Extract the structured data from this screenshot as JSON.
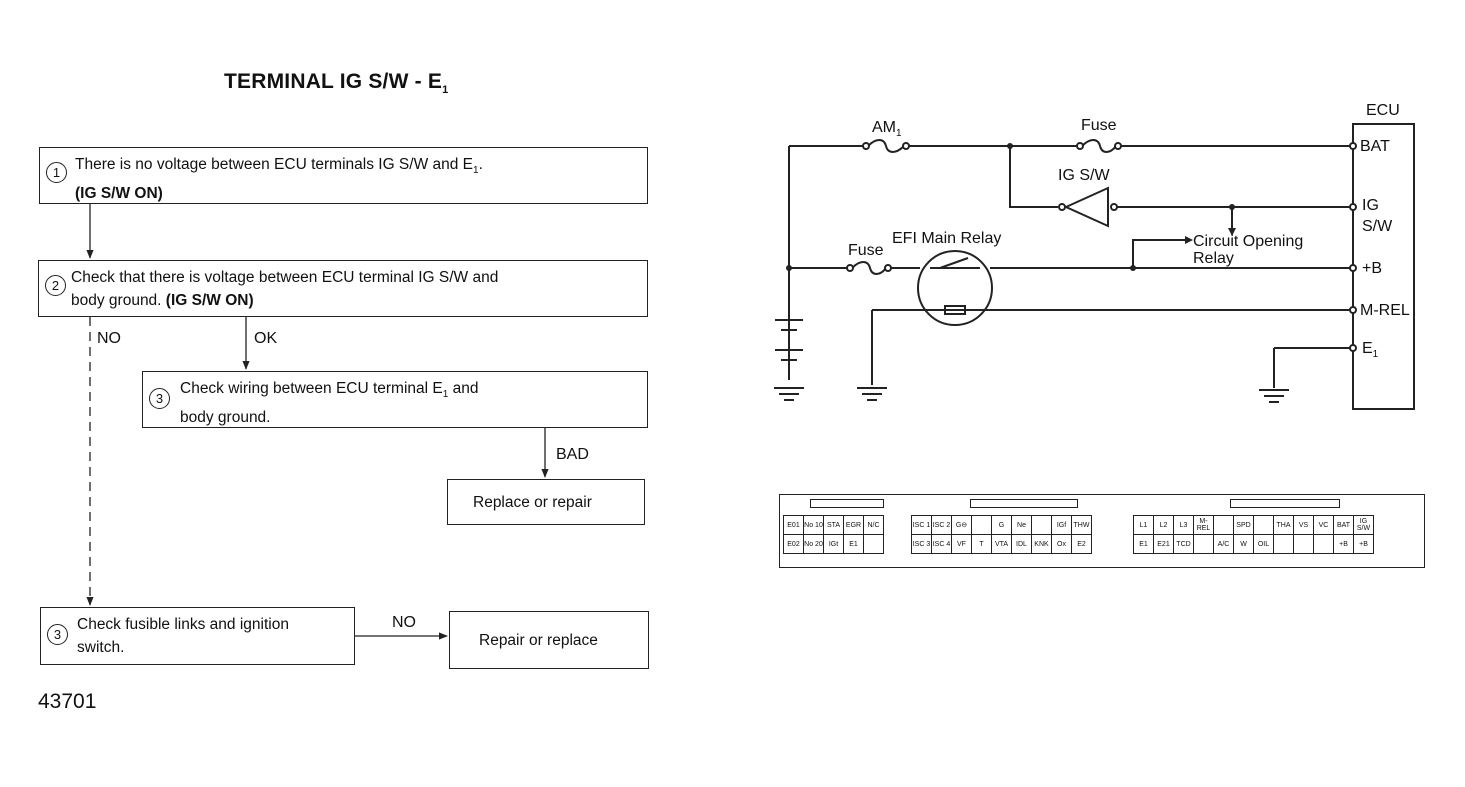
{
  "title": {
    "main": "TERMINAL IG S/W - E",
    "sub": "1"
  },
  "flow": {
    "step1": {
      "num": "1",
      "line1": "There is no voltage between ECU terminals IG S/W and E",
      "line1_sub": "1",
      "line1_end": ".",
      "line2": "(IG S/W ON)"
    },
    "step2": {
      "num": "2",
      "line1": "Check that there is voltage between ECU terminal IG S/W and",
      "line2_a": "body ground. ",
      "line2_b": "(IG S/W ON)"
    },
    "step3a": {
      "num": "3",
      "line1": "Check wiring between ECU terminal E",
      "line1_sub": "1",
      "line1_end": " and",
      "line2": "body ground."
    },
    "step3b": {
      "num": "3",
      "line1": "Check fusible links and ignition",
      "line2": "switch."
    },
    "replace_repair": "Replace or repair",
    "repair_replace": "Repair or replace",
    "labels": {
      "no1": "NO",
      "ok": "OK",
      "bad": "BAD",
      "no2": "NO"
    }
  },
  "figure_id": "43701",
  "circuit": {
    "ecu": "ECU",
    "am1": "AM",
    "am1_sub": "1",
    "fuse_top": "Fuse",
    "igsw": "IG S/W",
    "fuse_mid": "Fuse",
    "efi_relay": "EFI Main Relay",
    "circuit_opening_1": "Circuit Opening",
    "circuit_opening_2": "Relay",
    "terminals": {
      "bat": "BAT",
      "ig": "IG",
      "sw": "S/W",
      "plusb": "+B",
      "mrel": "M-REL",
      "e1": "E",
      "e1_sub": "1"
    }
  },
  "connector": {
    "block1": [
      [
        "E01",
        "No 10",
        "STA",
        "EGR",
        "N/C"
      ],
      [
        "E02",
        "No 20",
        "IGt",
        "E1",
        ""
      ]
    ],
    "block2": [
      [
        "ISC 1",
        "ISC 2",
        "G⊖",
        "",
        "G",
        "Ne",
        "",
        "IGf",
        "THW"
      ],
      [
        "ISC 3",
        "ISC 4",
        "VF",
        "T",
        "VTA",
        "IDL",
        "KNK",
        "Ox",
        "E2"
      ]
    ],
    "block3": [
      [
        "L1",
        "L2",
        "L3",
        "M-REL",
        "",
        "SPD",
        "",
        "THA",
        "VS",
        "VC",
        "BAT",
        "IG S/W"
      ],
      [
        "E1",
        "E21",
        "TCD",
        "",
        "A/C",
        "W",
        "OIL",
        "",
        "",
        "",
        "+B",
        "+B"
      ]
    ]
  }
}
